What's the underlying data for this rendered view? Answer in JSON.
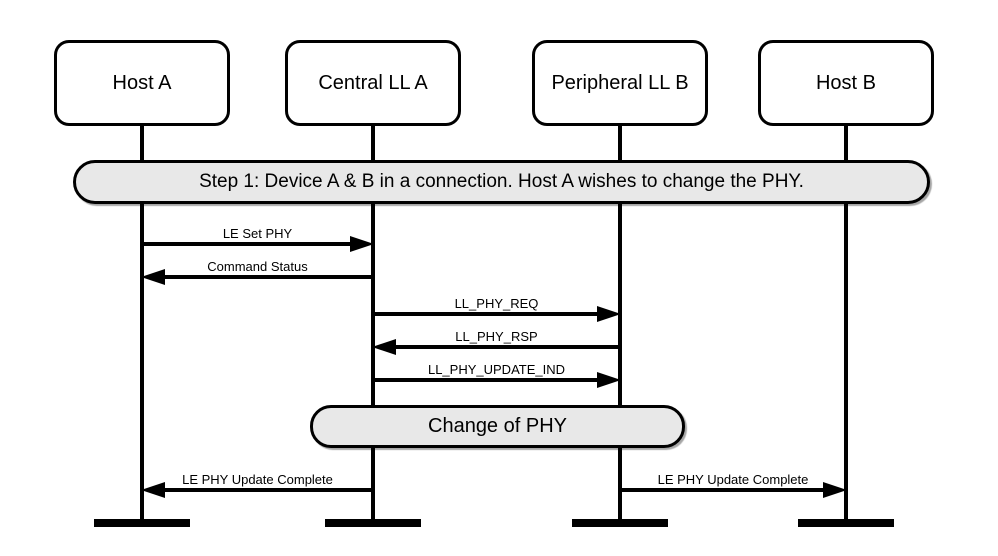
{
  "diagram": {
    "actors": [
      {
        "label": "Host A"
      },
      {
        "label": "Central LL A"
      },
      {
        "label": "Peripheral LL B"
      },
      {
        "label": "Host B"
      }
    ],
    "banner": {
      "text": "Step 1: Device A & B in a connection. Host A wishes to change the PHY."
    },
    "messages": [
      {
        "label": "LE Set PHY",
        "from": "Host A",
        "to": "Central LL A",
        "direction": "right"
      },
      {
        "label": "Command Status",
        "from": "Central LL A",
        "to": "Host A",
        "direction": "left"
      },
      {
        "label": "LL_PHY_REQ",
        "from": "Central LL A",
        "to": "Peripheral LL B",
        "direction": "right"
      },
      {
        "label": "LL_PHY_RSP",
        "from": "Peripheral LL B",
        "to": "Central LL A",
        "direction": "left"
      },
      {
        "label": "LL_PHY_UPDATE_IND",
        "from": "Central LL A",
        "to": "Peripheral LL B",
        "direction": "right"
      },
      {
        "label": "LE PHY Update Complete",
        "from": "Central LL A",
        "to": "Host A",
        "direction": "left"
      },
      {
        "label": "LE PHY Update Complete",
        "from": "Peripheral LL B",
        "to": "Host B",
        "direction": "right"
      }
    ],
    "process_note": {
      "text": "Change of PHY"
    },
    "colors": {
      "background": "#ffffff",
      "line": "#000000",
      "pill_fill": "#e8e8e8"
    }
  }
}
